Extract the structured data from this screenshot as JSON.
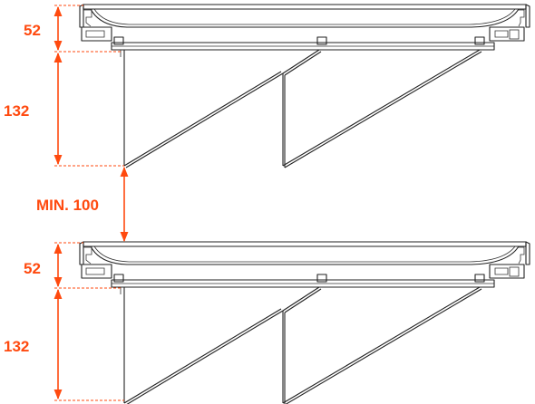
{
  "colors": {
    "dimension": "#ff4a0f",
    "outline": "#222222",
    "fill": "#ffffff"
  },
  "dimensions": {
    "upper_header_height": "52",
    "upper_blade_height": "132",
    "gap_min": "MIN. 100",
    "lower_header_height": "52",
    "lower_blade_height": "132"
  }
}
